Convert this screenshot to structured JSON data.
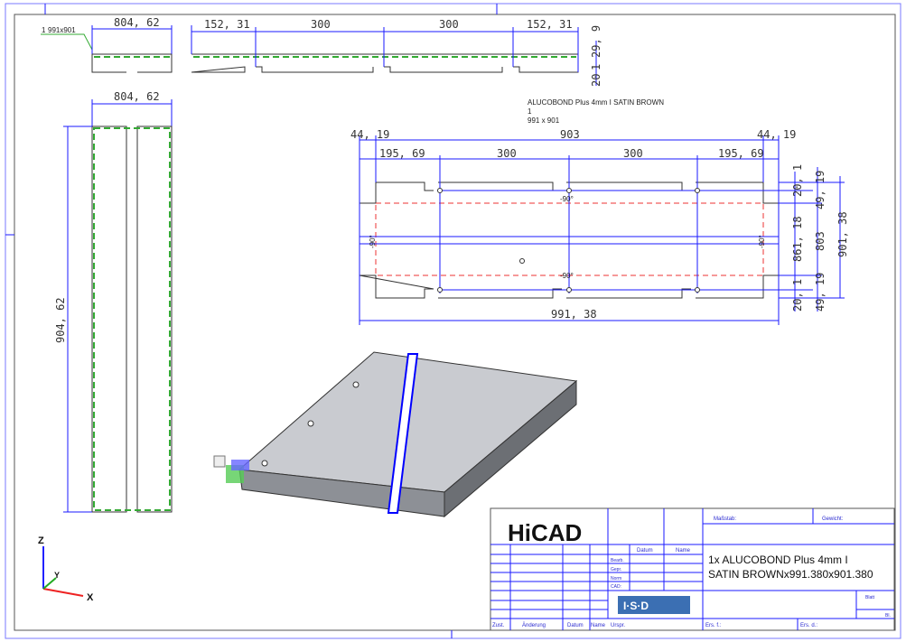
{
  "top_strip": {
    "label_id": "1",
    "label_size": "991x901",
    "width_dim": "804, 62",
    "dims": [
      "152, 31",
      "300",
      "300",
      "152, 31"
    ],
    "heights": [
      "29, 9",
      "1",
      "20"
    ]
  },
  "side_view": {
    "width_dim": "804, 62",
    "height_dim": "904, 62"
  },
  "flat_pattern": {
    "material": "ALUCOBOND Plus 4mm I SATIN BROWN",
    "qty": "1",
    "size": "991 x 901",
    "overall_inner": "903",
    "edge_left": "44, 19",
    "edge_right": "44, 19",
    "segments": [
      "195, 69",
      "300",
      "300",
      "195, 69"
    ],
    "overall_width": "991, 38",
    "right_dims": [
      "20, 1",
      "49, 19",
      "861, 18",
      "803",
      "901, 38",
      "20, 1",
      "49, 19"
    ],
    "bend_angle": "-90°"
  },
  "axes": {
    "x": "X",
    "y": "Y",
    "z": "Z"
  },
  "title_block": {
    "logo": "HiCAD",
    "isd_logo": "I·S·D",
    "scale_label": "Maßstab:",
    "weight_label": "Gewicht:",
    "date_header": "Datum",
    "name_header": "Name",
    "rows": [
      "Bearb.",
      "Gepr.",
      "Norm",
      "CAD:"
    ],
    "title_line1": "1x ALUCOBOND Plus 4mm I",
    "title_line2": "SATIN BROWNx991.380x901.380",
    "sheet_label": "Blatt",
    "sheet_sub": "Bl.",
    "footer": [
      "Zust.",
      "Änderung",
      "Datum",
      "Name",
      "Urspr.",
      "Ers. f.:",
      "Ers. d.:"
    ]
  },
  "colors": {
    "dimension": "#1a1aff",
    "bend": "#e33333",
    "outline": "#333333",
    "cut": "#0000ff"
  }
}
